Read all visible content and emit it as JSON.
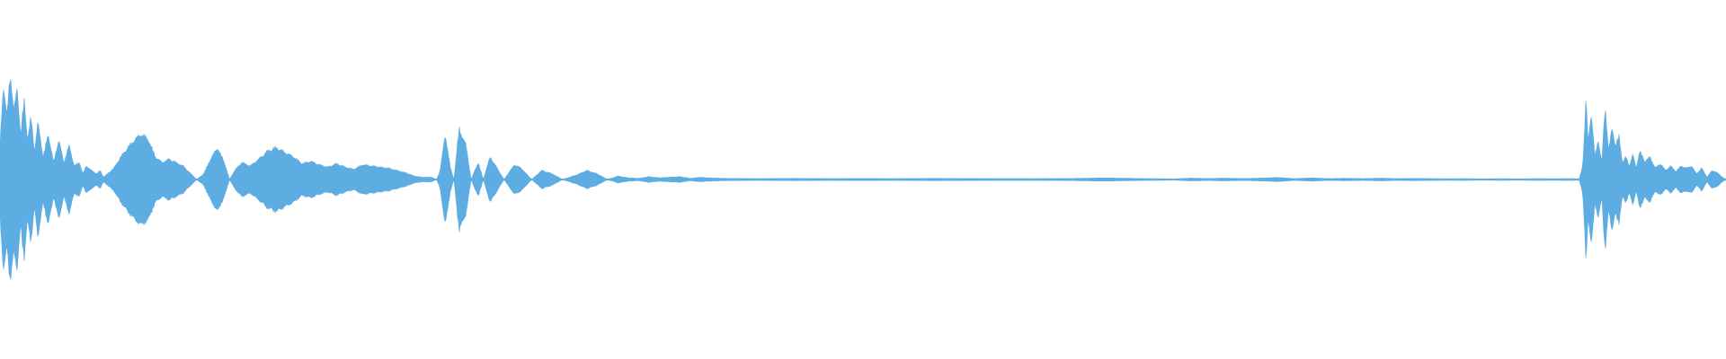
{
  "waveform": {
    "color": "#5DADE2",
    "background": "#ffffff",
    "envelope": [
      [
        0.0,
        0.3
      ],
      [
        0.002,
        0.85
      ],
      [
        0.004,
        0.55
      ],
      [
        0.006,
        0.95
      ],
      [
        0.008,
        0.6
      ],
      [
        0.01,
        0.8
      ],
      [
        0.012,
        0.4
      ],
      [
        0.014,
        0.7
      ],
      [
        0.016,
        0.35
      ],
      [
        0.018,
        0.55
      ],
      [
        0.02,
        0.25
      ],
      [
        0.022,
        0.5
      ],
      [
        0.025,
        0.2
      ],
      [
        0.028,
        0.4
      ],
      [
        0.031,
        0.15
      ],
      [
        0.034,
        0.35
      ],
      [
        0.037,
        0.15
      ],
      [
        0.04,
        0.3
      ],
      [
        0.043,
        0.12
      ],
      [
        0.046,
        0.15
      ],
      [
        0.048,
        0.05
      ],
      [
        0.05,
        0.12
      ],
      [
        0.053,
        0.08
      ],
      [
        0.056,
        0.05
      ],
      [
        0.058,
        0.08
      ],
      [
        0.06,
        0.02
      ],
      [
        0.063,
        0.06
      ],
      [
        0.066,
        0.1
      ],
      [
        0.07,
        0.2
      ],
      [
        0.074,
        0.28
      ],
      [
        0.078,
        0.35
      ],
      [
        0.082,
        0.4
      ],
      [
        0.086,
        0.35
      ],
      [
        0.09,
        0.2
      ],
      [
        0.094,
        0.15
      ],
      [
        0.098,
        0.18
      ],
      [
        0.102,
        0.15
      ],
      [
        0.106,
        0.12
      ],
      [
        0.11,
        0.06
      ],
      [
        0.114,
        0.0
      ],
      [
        0.118,
        0.05
      ],
      [
        0.122,
        0.18
      ],
      [
        0.126,
        0.28
      ],
      [
        0.13,
        0.15
      ],
      [
        0.133,
        0.0
      ],
      [
        0.136,
        0.08
      ],
      [
        0.14,
        0.15
      ],
      [
        0.145,
        0.12
      ],
      [
        0.15,
        0.18
      ],
      [
        0.155,
        0.25
      ],
      [
        0.16,
        0.28
      ],
      [
        0.165,
        0.24
      ],
      [
        0.17,
        0.2
      ],
      [
        0.175,
        0.14
      ],
      [
        0.18,
        0.16
      ],
      [
        0.185,
        0.13
      ],
      [
        0.19,
        0.11
      ],
      [
        0.195,
        0.14
      ],
      [
        0.2,
        0.11
      ],
      [
        0.205,
        0.09
      ],
      [
        0.21,
        0.13
      ],
      [
        0.215,
        0.12
      ],
      [
        0.22,
        0.11
      ],
      [
        0.225,
        0.1
      ],
      [
        0.23,
        0.08
      ],
      [
        0.235,
        0.06
      ],
      [
        0.24,
        0.03
      ],
      [
        0.245,
        0.02
      ],
      [
        0.25,
        0.02
      ],
      [
        0.253,
        0.0
      ],
      [
        0.255,
        0.08
      ],
      [
        0.258,
        0.4
      ],
      [
        0.261,
        0.1
      ],
      [
        0.263,
        0.0
      ],
      [
        0.266,
        0.45
      ],
      [
        0.27,
        0.3
      ],
      [
        0.273,
        0.0
      ],
      [
        0.277,
        0.15
      ],
      [
        0.28,
        0.0
      ],
      [
        0.284,
        0.2
      ],
      [
        0.288,
        0.1
      ],
      [
        0.292,
        0.0
      ],
      [
        0.298,
        0.13
      ],
      [
        0.302,
        0.1
      ],
      [
        0.308,
        0.0
      ],
      [
        0.314,
        0.08
      ],
      [
        0.32,
        0.05
      ],
      [
        0.326,
        0.0
      ],
      [
        0.334,
        0.04
      ],
      [
        0.34,
        0.08
      ],
      [
        0.346,
        0.05
      ],
      [
        0.352,
        0.0
      ],
      [
        0.358,
        0.03
      ],
      [
        0.364,
        0.015
      ],
      [
        0.37,
        0.01
      ],
      [
        0.376,
        0.025
      ],
      [
        0.382,
        0.015
      ],
      [
        0.388,
        0.02
      ],
      [
        0.394,
        0.025
      ],
      [
        0.4,
        0.01
      ],
      [
        0.405,
        0.02
      ],
      [
        0.41,
        0.015
      ],
      [
        0.42,
        0.01
      ],
      [
        0.44,
        0.008
      ],
      [
        0.46,
        0.01
      ],
      [
        0.48,
        0.008
      ],
      [
        0.5,
        0.009
      ],
      [
        0.52,
        0.008
      ],
      [
        0.54,
        0.01
      ],
      [
        0.56,
        0.009
      ],
      [
        0.58,
        0.008
      ],
      [
        0.6,
        0.008
      ],
      [
        0.62,
        0.009
      ],
      [
        0.64,
        0.014
      ],
      [
        0.66,
        0.009
      ],
      [
        0.68,
        0.006
      ],
      [
        0.69,
        0.012
      ],
      [
        0.7,
        0.009
      ],
      [
        0.71,
        0.012
      ],
      [
        0.72,
        0.009
      ],
      [
        0.73,
        0.012
      ],
      [
        0.74,
        0.018
      ],
      [
        0.75,
        0.008
      ],
      [
        0.76,
        0.014
      ],
      [
        0.77,
        0.008
      ],
      [
        0.78,
        0.011
      ],
      [
        0.79,
        0.008
      ],
      [
        0.8,
        0.012
      ],
      [
        0.81,
        0.008
      ],
      [
        0.82,
        0.01
      ],
      [
        0.83,
        0.008
      ],
      [
        0.84,
        0.007
      ],
      [
        0.85,
        0.008
      ],
      [
        0.86,
        0.006
      ],
      [
        0.87,
        0.008
      ],
      [
        0.88,
        0.006
      ],
      [
        0.89,
        0.008
      ],
      [
        0.9,
        0.007
      ],
      [
        0.91,
        0.008
      ],
      [
        0.915,
        0.006
      ],
      [
        0.917,
        0.12
      ],
      [
        0.919,
        0.75
      ],
      [
        0.92,
        0.3
      ],
      [
        0.922,
        0.6
      ],
      [
        0.924,
        0.2
      ],
      [
        0.926,
        0.35
      ],
      [
        0.928,
        0.15
      ],
      [
        0.93,
        0.65
      ],
      [
        0.932,
        0.25
      ],
      [
        0.934,
        0.45
      ],
      [
        0.936,
        0.3
      ],
      [
        0.938,
        0.38
      ],
      [
        0.94,
        0.15
      ],
      [
        0.942,
        0.2
      ],
      [
        0.944,
        0.12
      ],
      [
        0.946,
        0.22
      ],
      [
        0.948,
        0.1
      ],
      [
        0.95,
        0.25
      ],
      [
        0.953,
        0.16
      ],
      [
        0.956,
        0.2
      ],
      [
        0.959,
        0.1
      ],
      [
        0.962,
        0.14
      ],
      [
        0.965,
        0.08
      ],
      [
        0.968,
        0.12
      ],
      [
        0.971,
        0.07
      ],
      [
        0.974,
        0.12
      ],
      [
        0.977,
        0.1
      ],
      [
        0.98,
        0.12
      ],
      [
        0.983,
        0.05
      ],
      [
        0.986,
        0.1
      ],
      [
        0.989,
        0.02
      ],
      [
        0.992,
        0.08
      ],
      [
        0.995,
        0.06
      ],
      [
        0.998,
        0.02
      ],
      [
        1.0,
        0.0
      ]
    ]
  }
}
